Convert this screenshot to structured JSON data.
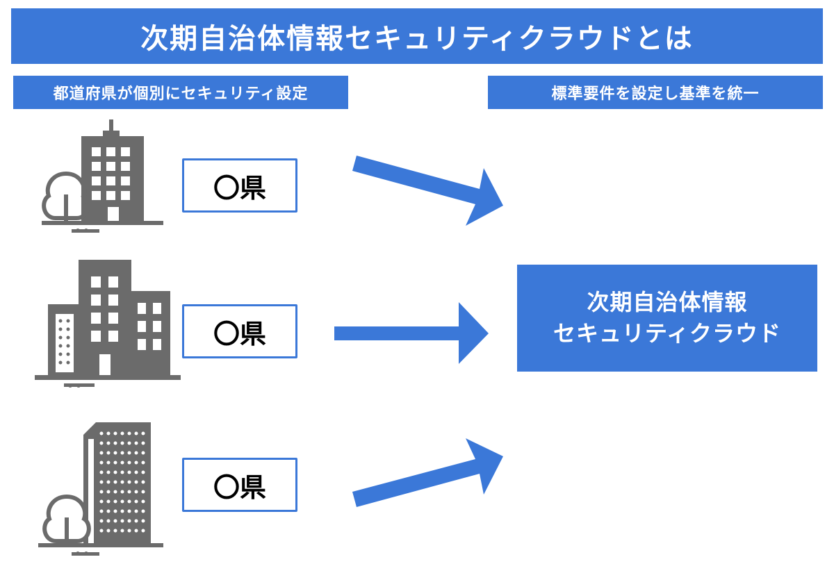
{
  "title": "次期自治体情報セキュリティクラウドとは",
  "left_label": "都道府県が個別にセキュリティ設定",
  "right_label": "標準要件を設定し基準を統一",
  "prefectures": [
    {
      "label": "〇県"
    },
    {
      "label": "〇県"
    },
    {
      "label": "〇県"
    }
  ],
  "cloud": {
    "line1": "次期自治体情報",
    "line2": "セキュリティクラウド"
  },
  "colors": {
    "accent": "#3b78d8",
    "building": "#6b6b6b"
  },
  "icons": [
    "office-building-with-tree-icon",
    "building-cluster-icon",
    "tower-building-with-tree-icon"
  ]
}
